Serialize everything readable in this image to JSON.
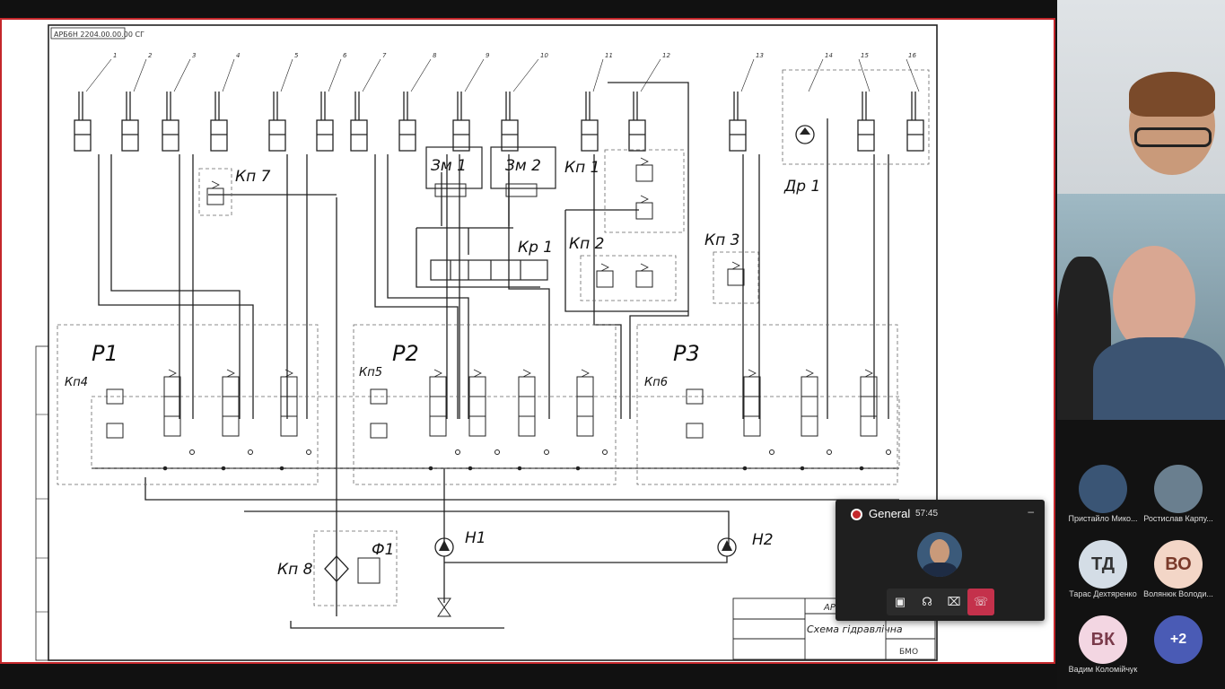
{
  "drawing": {
    "code_top": "АРБ6Н 2204.00.00.00 СГ",
    "column_numbers": [
      "1",
      "2",
      "3",
      "4",
      "5",
      "6",
      "7",
      "8",
      "9",
      "10",
      "11",
      "12",
      "13",
      "14",
      "15",
      "16"
    ],
    "labels": {
      "kp7": "Кп 7",
      "zm1": "Зм 1",
      "zm2": "Зм 2",
      "kp1": "Кп 1",
      "kr1": "Кр 1",
      "kp2": "Кп 2",
      "kp3": "Кп 3",
      "dr1": "Др 1",
      "p1": "Р1",
      "p2": "Р2",
      "p3": "Р3",
      "kp4": "Кп4",
      "kp5": "Кп5",
      "kp6": "Кп6",
      "f1": "Ф1",
      "kp8": "Кп 8",
      "h1": "Н1",
      "h2": "Н2"
    },
    "title_block": {
      "code": "АРБ",
      "name": "Схема гідравлічна",
      "org": "БМО"
    }
  },
  "meeting": {
    "popup_title": "General",
    "timer": "57:45",
    "minimize": "–"
  },
  "participants": [
    {
      "initials": "",
      "name": "Пристайло Мико..."
    },
    {
      "initials": "",
      "name": "Ростислав Карпу..."
    },
    {
      "initials": "ТД",
      "name": "Тарас Дехтяренко",
      "color": "#d4dde6"
    },
    {
      "initials": "ВО",
      "name": "Волянюк Володи...",
      "color": "#f3d6c7"
    },
    {
      "initials": "ВК",
      "name": "Вадим Коломійчук",
      "color": "#f3d6e2"
    },
    {
      "initials": "+2",
      "name": "",
      "color": "#4a5bb5"
    }
  ]
}
